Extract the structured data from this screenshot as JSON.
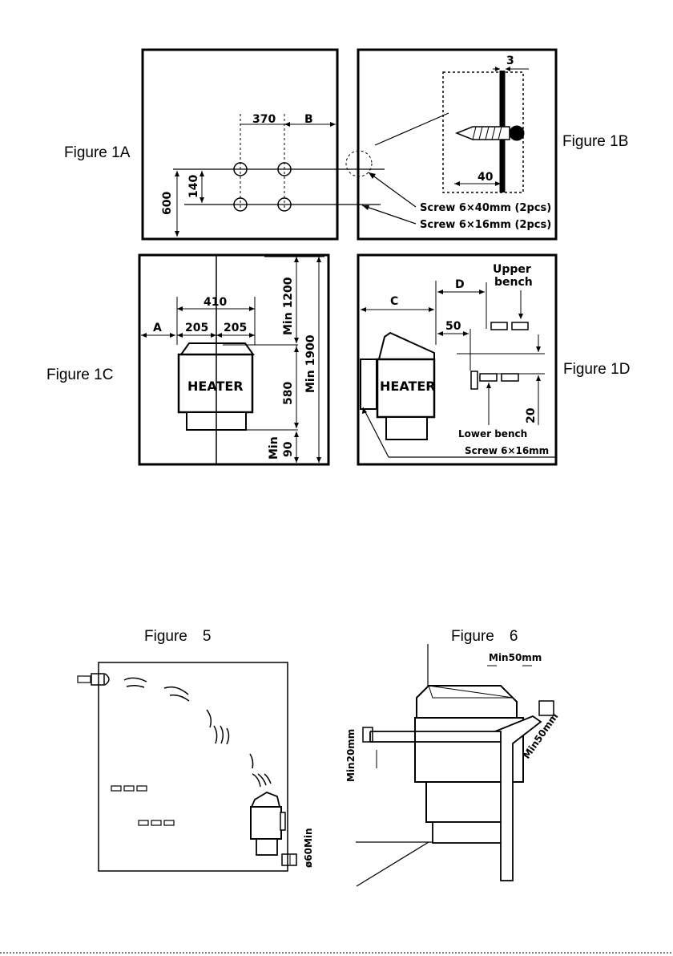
{
  "figures": {
    "fig1a": {
      "caption": "Figure 1A",
      "dim_370": "370",
      "dim_b": "B",
      "dim_140": "140",
      "dim_600": "600"
    },
    "fig1b": {
      "caption": "Figure 1B",
      "dim_3": "3",
      "dim_40": "40",
      "screw_40": "Screw 6×40mm (2pcs)",
      "screw_16": "Screw 6×16mm (2pcs)"
    },
    "fig1c": {
      "caption": "Figure 1C",
      "dim_410": "410",
      "dim_a": "A",
      "dim_205_left": "205",
      "dim_205_right": "205",
      "heater": "HEATER",
      "min_1200": "Min 1200",
      "dim_580": "580",
      "min_90_min": "Min",
      "min_90_val": "90",
      "min_1900": "Min 1900"
    },
    "fig1d": {
      "caption": "Figure 1D",
      "dim_c": "C",
      "dim_d": "D",
      "dim_50": "50",
      "upper_bench_1": "Upper",
      "upper_bench_2": "bench",
      "heater": "HEATER",
      "lower_bench": "Lower bench",
      "dim_20": "20",
      "screw": "Screw 6×16mm"
    },
    "fig5": {
      "caption": "Figure　5",
      "dia_60": "ø60Min"
    },
    "fig6": {
      "caption": "Figure　6",
      "min50_top": "Min50mm",
      "min50_side": "Min50mm",
      "min20": "Min20mm"
    }
  }
}
